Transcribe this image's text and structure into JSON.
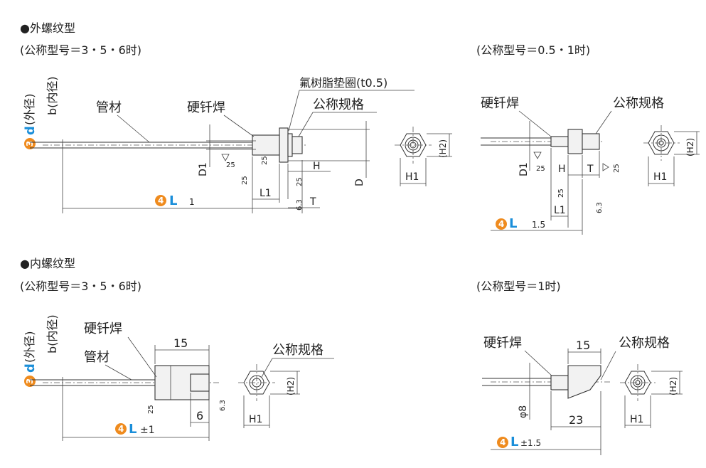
{
  "sections": {
    "external": {
      "heading": "●外螺纹型",
      "cond_left": "(公称型号＝3・5・6时)",
      "cond_right": "(公称型号＝0.5・1时)"
    },
    "internal": {
      "heading": "●内螺纹型",
      "cond_left": "(公称型号＝3・5・6时)",
      "cond_right": "(公称型号＝1时)"
    }
  },
  "labels": {
    "outer_dia": "(外径)",
    "inner_dia": "b(内径)",
    "d_letter": "d",
    "badge3": "3",
    "badge4": "4",
    "L_letter": "L",
    "tube": "管材",
    "braze": "硬钎焊",
    "nominal": "公称规格",
    "gasket": "氟树脂垫圈(t0.5)",
    "D1": "D1",
    "D": "D",
    "H": "H",
    "L1": "L1",
    "T": "T",
    "H1": "H1",
    "H2": "(H2)",
    "r25": "25",
    "r63": "6.3",
    "tol1": "1",
    "tol15": "1.5",
    "tolpm1": "±1",
    "tolpm15": "±1.5",
    "dim15": "15",
    "dim6": "6",
    "dim23": "23",
    "phi8": "φ8"
  }
}
